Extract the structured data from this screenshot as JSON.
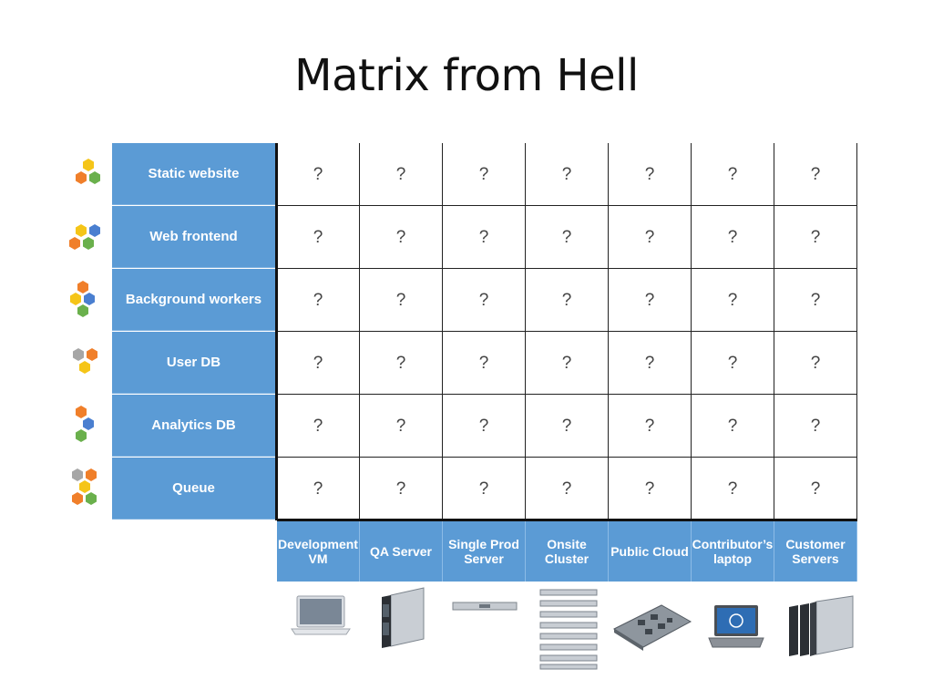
{
  "title": "Matrix from Hell",
  "rows": [
    {
      "label": "Static website"
    },
    {
      "label": "Web frontend"
    },
    {
      "label": "Background workers"
    },
    {
      "label": "User DB"
    },
    {
      "label": "Analytics  DB"
    },
    {
      "label": "Queue"
    }
  ],
  "columns": [
    {
      "line1": "Development",
      "line2": "VM",
      "icon": "laptop-icon"
    },
    {
      "line1": "QA  Server",
      "line2": "",
      "icon": "blade-server-icon"
    },
    {
      "line1": "Single Prod",
      "line2": "Server",
      "icon": "rack-server-icon"
    },
    {
      "line1": "Onsite",
      "line2": "Cluster",
      "icon": "server-cluster-icon"
    },
    {
      "line1": "Public Cloud",
      "line2": "",
      "icon": "motherboard-icon"
    },
    {
      "line1": "Contributor’s",
      "line2": "laptop",
      "icon": "dell-laptop-icon"
    },
    {
      "line1": "Customer",
      "line2": "Servers",
      "icon": "blade-servers-icon"
    }
  ],
  "cell_value": "?",
  "colors": {
    "label_bg": "#5b9bd5",
    "orange": "#f07f2a",
    "yellow": "#f5c518",
    "green": "#6ab04c",
    "blue": "#4a7fd0",
    "gray": "#a6a6a6"
  }
}
